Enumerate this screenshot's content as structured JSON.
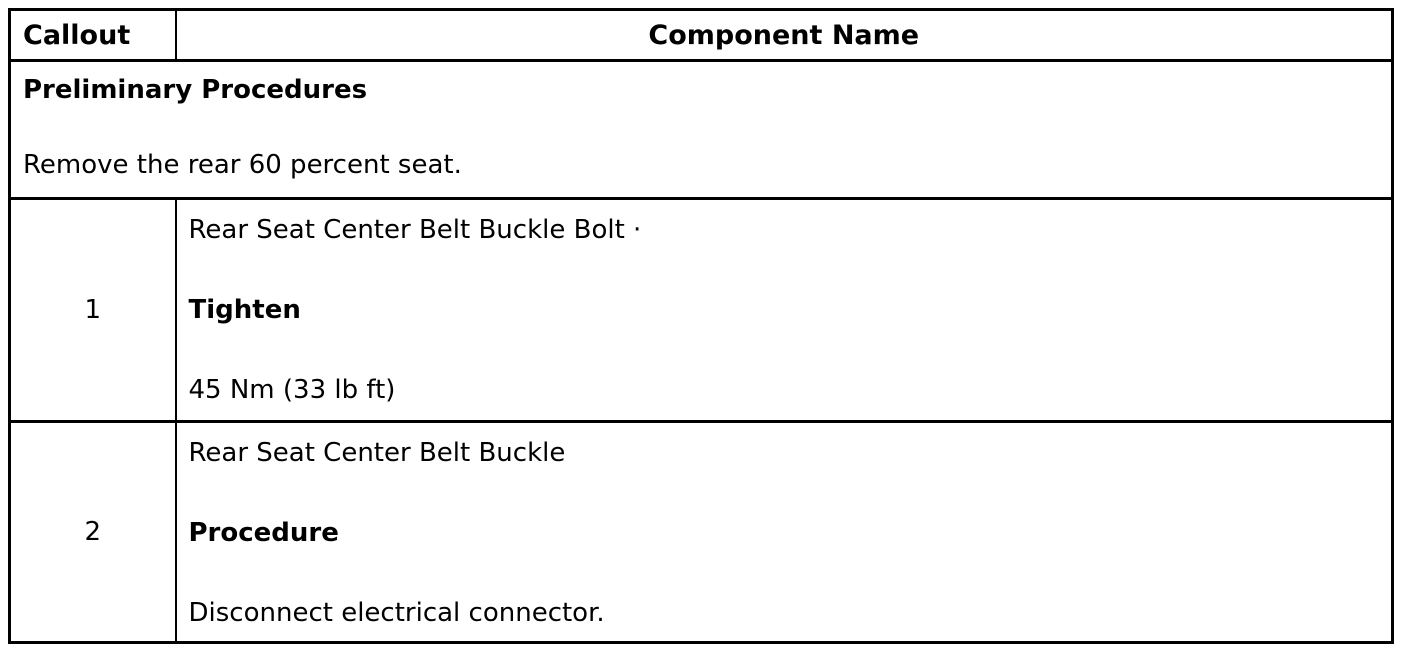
{
  "colors": {
    "border": "#000000",
    "background": "#ffffff",
    "text": "#000000"
  },
  "table": {
    "header": {
      "callout": "Callout",
      "component": "Component Name"
    },
    "preliminary": {
      "title": "Preliminary Procedures",
      "body": "Remove the rear 60 percent seat."
    },
    "rows": [
      {
        "callout": "1",
        "lines": [
          {
            "text": "Rear Seat Center Belt Buckle Bolt ·",
            "style": "regular"
          },
          {
            "text": "Tighten",
            "style": "bold"
          },
          {
            "text": "45 Nm (33 lb ft)",
            "style": "regular"
          }
        ]
      },
      {
        "callout": "2",
        "lines": [
          {
            "text": "Rear Seat Center Belt Buckle",
            "style": "regular"
          },
          {
            "text": "Procedure",
            "style": "bold"
          },
          {
            "text": "Disconnect electrical connector.",
            "style": "regular"
          }
        ]
      }
    ]
  }
}
